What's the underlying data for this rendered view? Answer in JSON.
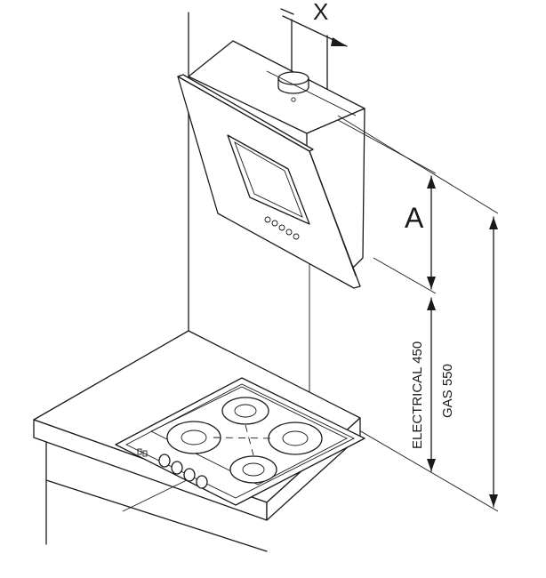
{
  "diagram": {
    "labels": {
      "x_dim": "X",
      "a_dim": "A",
      "electrical": "ELECTRICAL 450",
      "gas": "GAS 550"
    }
  }
}
